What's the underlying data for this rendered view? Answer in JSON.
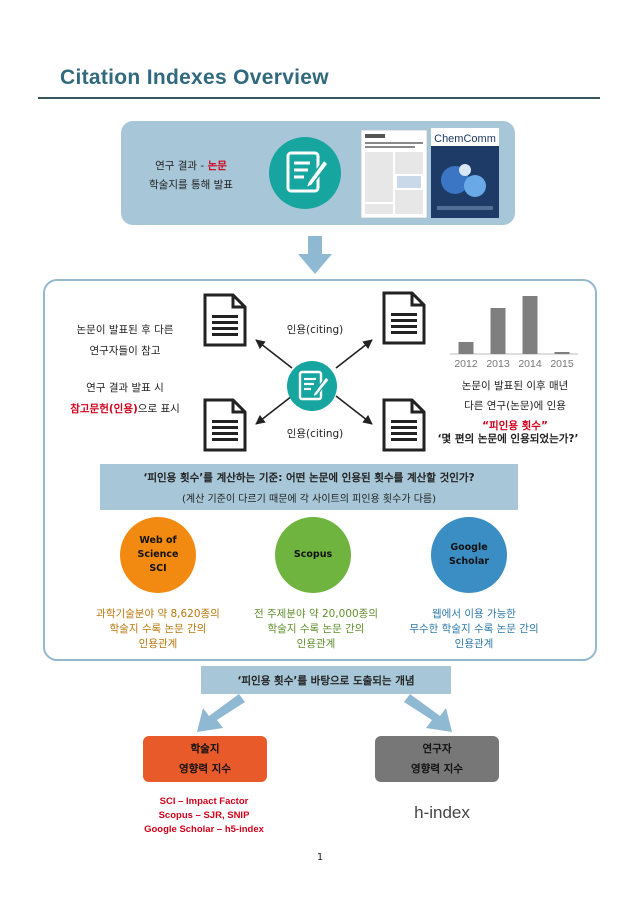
{
  "title": "Citation Indexes Overview",
  "top": {
    "line1_prefix": "연구 결과 - ",
    "line1_highlight": "논문",
    "line2": "학술지를 통해 발표",
    "journal_name": "ChemComm"
  },
  "middle": {
    "left_text1_l1": "논문이 발표된 후 다른",
    "left_text1_l2": "연구자들이 참고",
    "left_text2_l1": "연구 결과 발표 시",
    "left_text2_highlight": "참고문헌(인용)",
    "left_text2_suffix": "으로 표시",
    "citing_top": "인용(citing)",
    "citing_bottom": "인용(citing)",
    "right_l1": "논문이 발표된 이후 매년",
    "right_l2": "다른 연구(논문)에 인용",
    "right_highlight": "“피인용 횟수”",
    "right_bold": "‘몇 편의 논문에 인용되었는가?’"
  },
  "chart_data": {
    "type": "bar",
    "categories": [
      "2012",
      "2013",
      "2014",
      "2015"
    ],
    "values": [
      12,
      46,
      58,
      2
    ],
    "title": "",
    "xlabel": "",
    "ylabel": "",
    "ylim": [
      0,
      60
    ],
    "bar_color": "#7f7f7f"
  },
  "banner": {
    "line1": "‘피인용 횟수’를 계산하는 기준: 어떤 논문에 인용된 횟수를 계산할 것인가?",
    "line2": "(계산 기준이 다르기 때문에 각 사이트의 피인용 횟수가 다름)"
  },
  "sources": [
    {
      "name_l1": "Web of",
      "name_l2": "Science",
      "name_l3": "SCI",
      "color": "#f28a12",
      "desc_l1": "과학기술분야 약 8,620종의",
      "desc_l2": "학술지 수록 논문 간의",
      "desc_l3": "인용관계",
      "desc_color": "#b9770e"
    },
    {
      "name_l1": "Scopus",
      "color": "#6fb43f",
      "desc_l1": "전 주제분야 약 20,000종의",
      "desc_l2": "학술지 수록 논문 간의",
      "desc_l3": "인용관계",
      "desc_color": "#5f8f2e"
    },
    {
      "name_l1": "Google",
      "name_l2": "Scholar",
      "color": "#3a8ec3",
      "desc_l1": "웹에서 이용 가능한",
      "desc_l2": "무수한 학술지 수록 논문 간의",
      "desc_l3": "인용관계",
      "desc_color": "#2f79a8"
    }
  ],
  "concept_band": "‘피인용 횟수’를 바탕으로 도출되는 개념",
  "impact": {
    "l1": "학술지",
    "l2": "영향력 지수",
    "color": "#e85a2a"
  },
  "researcher": {
    "l1": "연구자",
    "l2": "영향력 지수",
    "color": "#777777"
  },
  "impact_list": [
    "SCI – Impact Factor",
    "Scopus – SJR, SNIP",
    "Google Scholar – h5-index"
  ],
  "hindex": "h-index",
  "page_number": "1"
}
